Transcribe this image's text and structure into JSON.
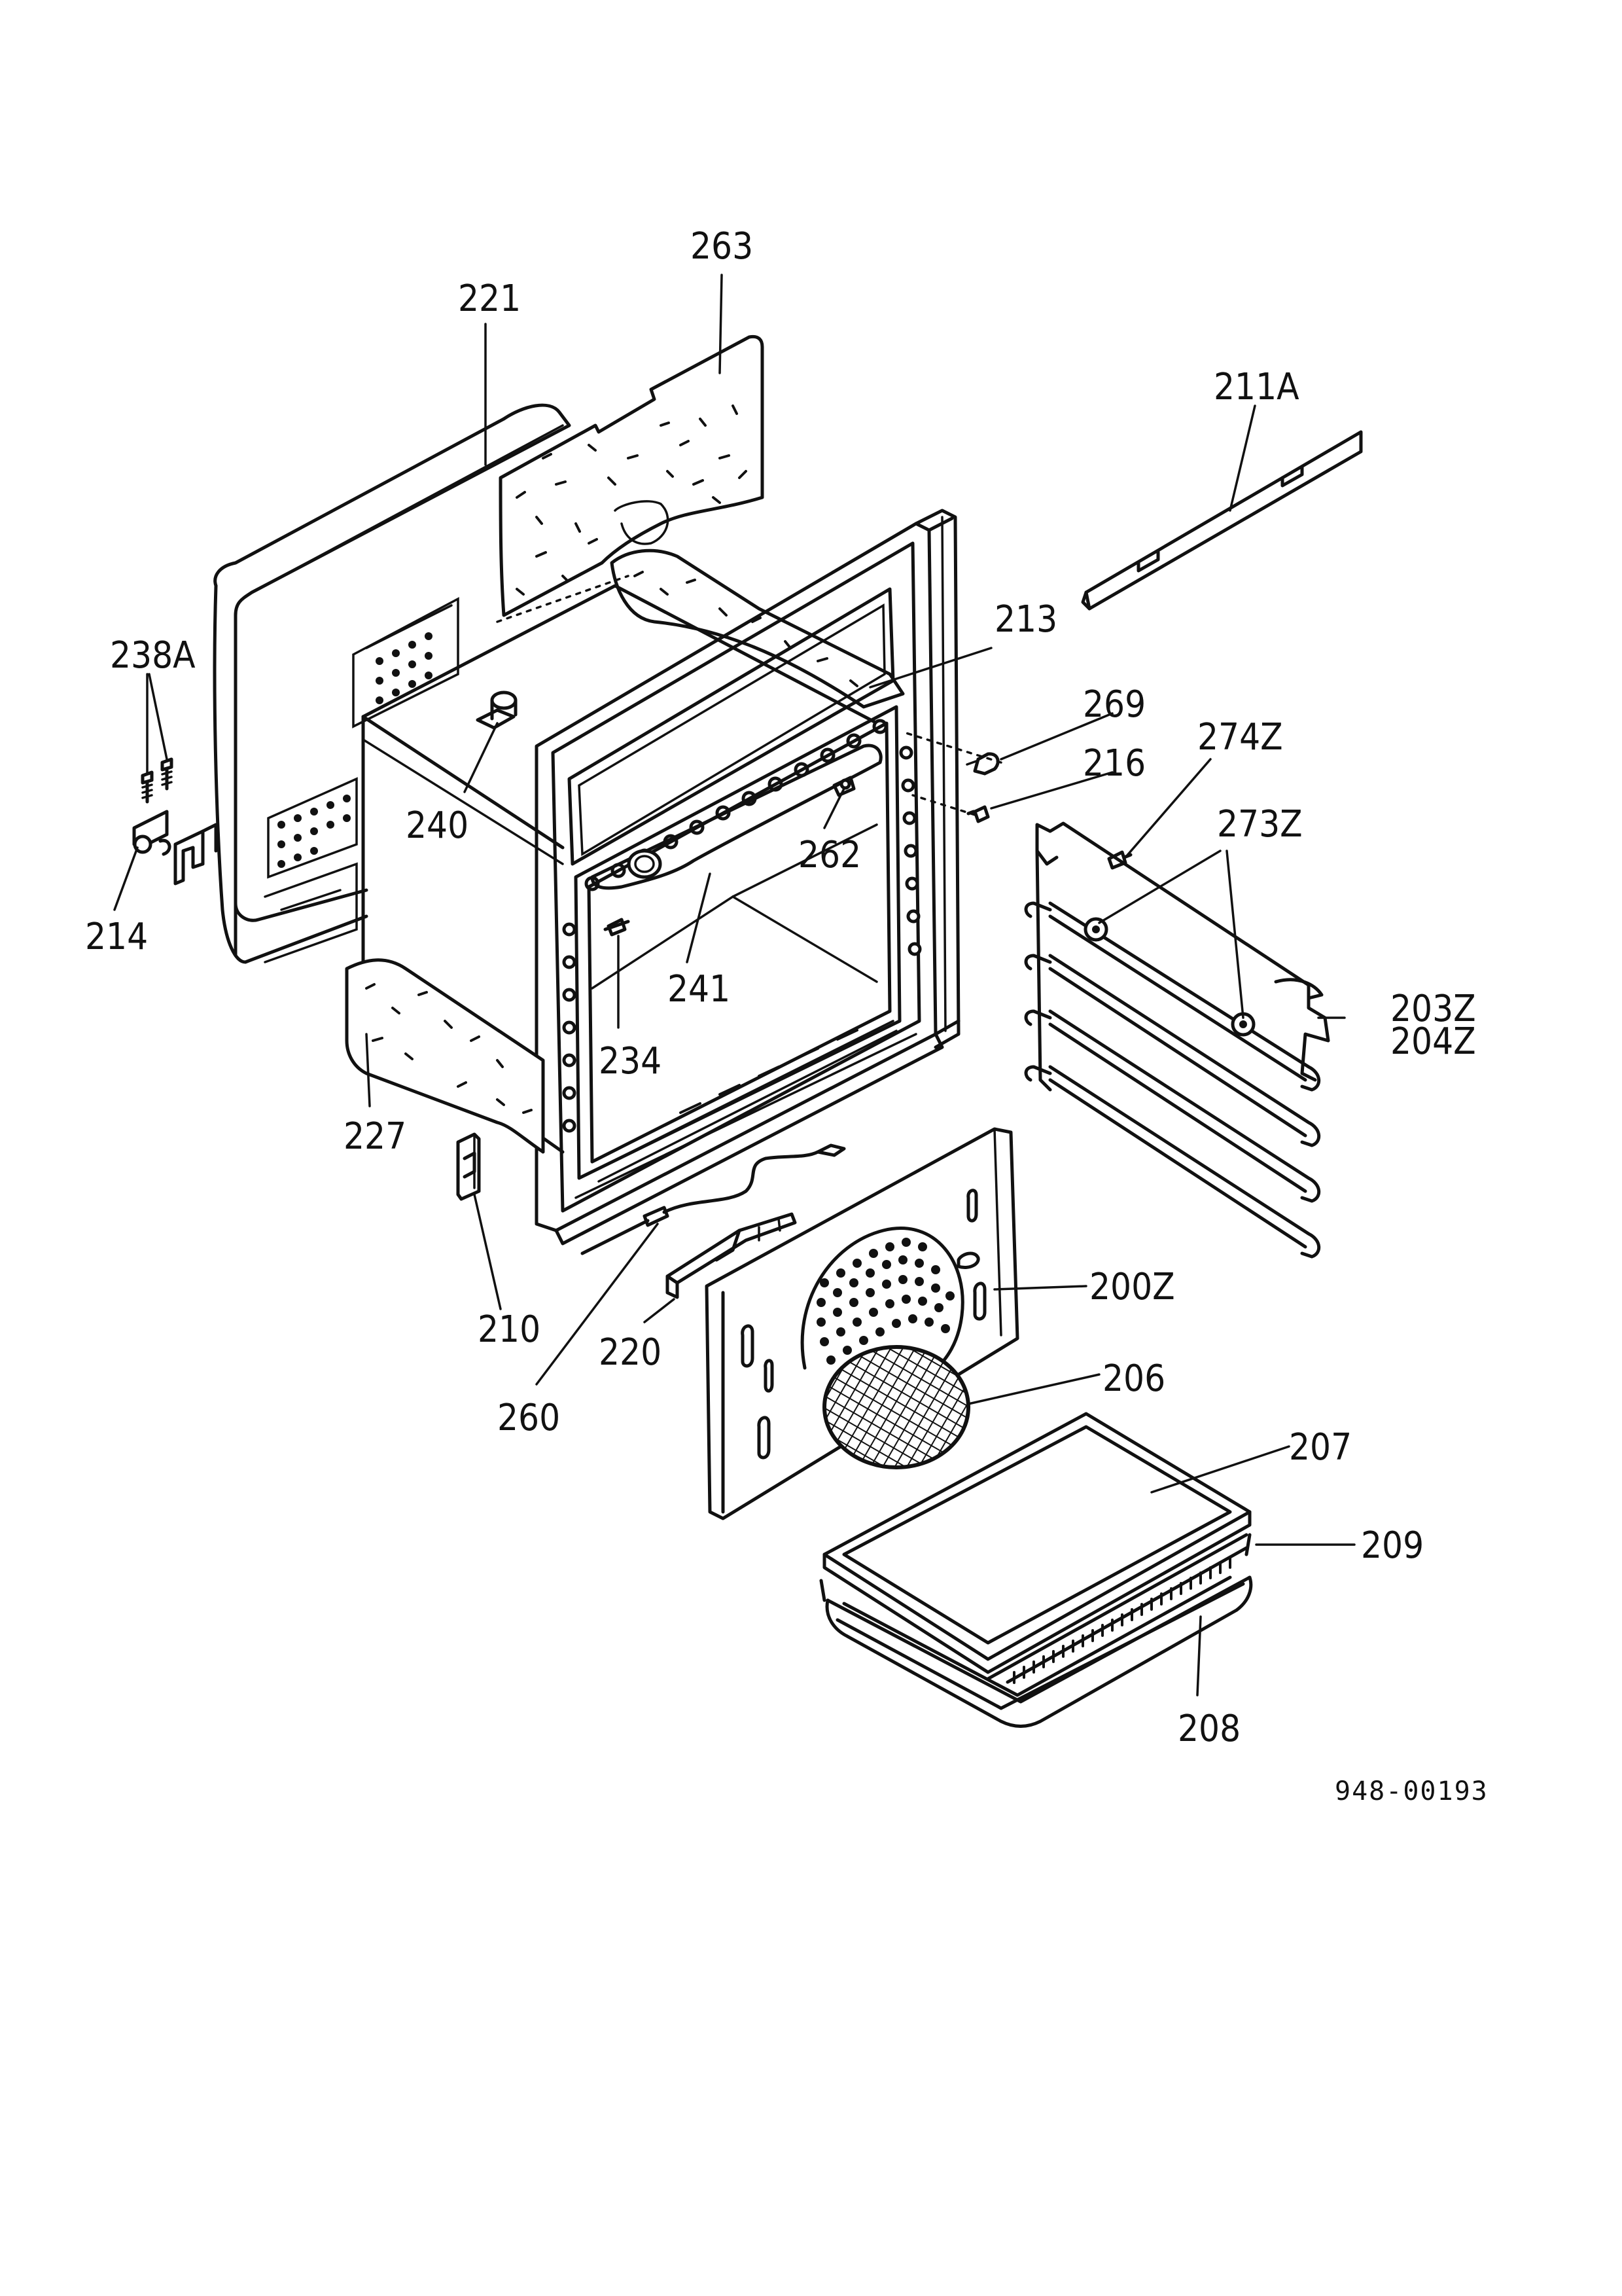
{
  "labels": {
    "l263": "263",
    "l221": "221",
    "l211A": "211A",
    "l213": "213",
    "l238A": "238A",
    "l269": "269",
    "l274Z": "274Z",
    "l216": "216",
    "l273Z": "273Z",
    "l240": "240",
    "l262": "262",
    "l214": "214",
    "l241": "241",
    "l203Z": "203Z",
    "l204Z": "204Z",
    "l234": "234",
    "l227": "227",
    "l200Z": "200Z",
    "l210": "210",
    "l220": "220",
    "l206": "206",
    "l260": "260",
    "l207": "207",
    "l209": "209",
    "l208": "208"
  },
  "reference_code": "948-00193"
}
